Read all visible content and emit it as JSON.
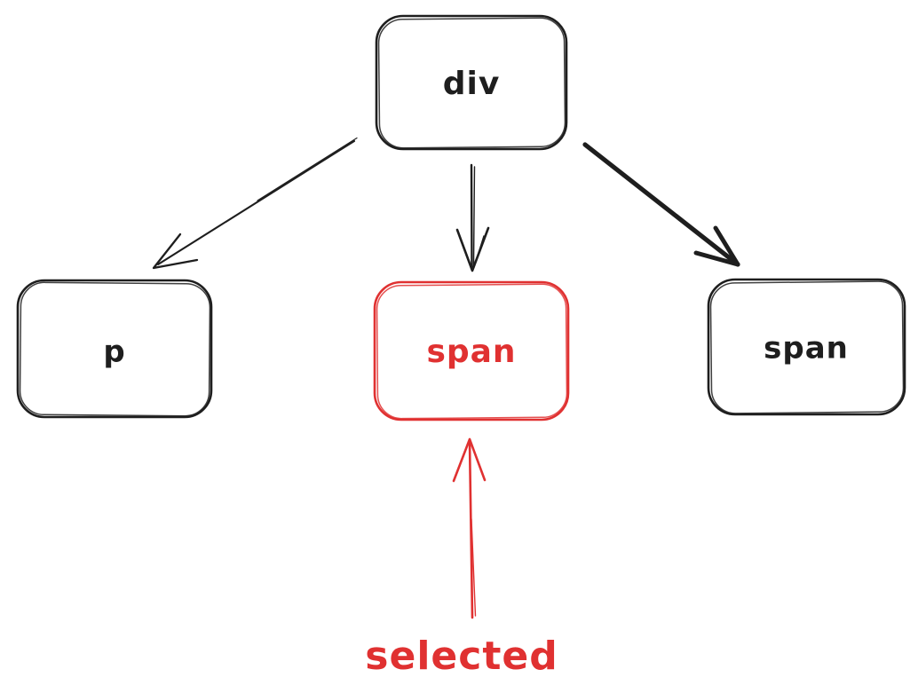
{
  "colors": {
    "ink": "#1e1e1e",
    "accent": "#e03131",
    "background": "#ffffff"
  },
  "nodes": {
    "div": {
      "label": "div"
    },
    "p": {
      "label": "p"
    },
    "span_selected": {
      "label": "span",
      "selected": true
    },
    "span_right": {
      "label": "span"
    }
  },
  "annotation": {
    "label": "selected"
  }
}
